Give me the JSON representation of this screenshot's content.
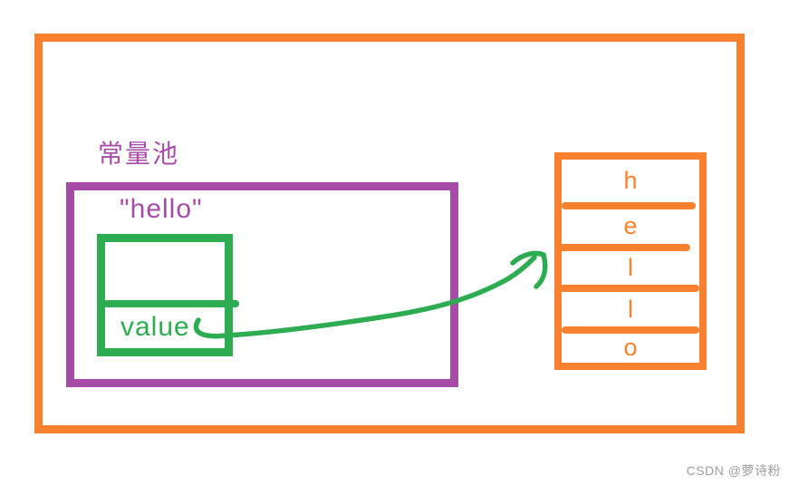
{
  "diagram": {
    "pool_label": "常量池",
    "string_literal": "\"hello\"",
    "field_label": "value",
    "char_array": [
      "h",
      "e",
      "l",
      "l",
      "o"
    ]
  },
  "watermark": "CSDN @萝诗粉",
  "colors": {
    "orange": "#F8812F",
    "purple": "#A64CA6",
    "green": "#2EAC52",
    "watermark_gray": "#9E9E9E"
  }
}
